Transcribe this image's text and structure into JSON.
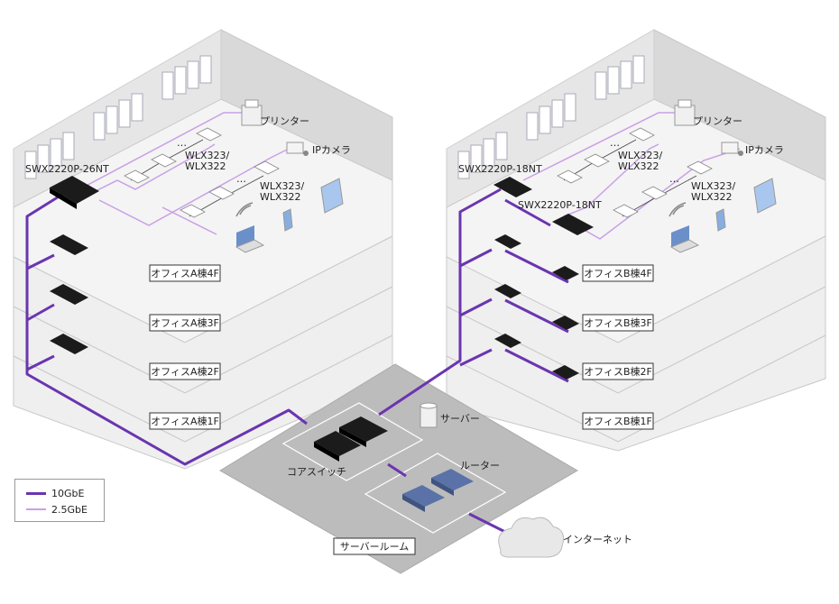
{
  "colors": {
    "tenG": "#6a35b0",
    "twoFiveG": "#c9a0e6",
    "wall": "#e4e4e4",
    "wallSide": "#d2d2d2",
    "floor": "#f3f3f3",
    "server_room": "#bdbdbd",
    "switch": "#1b1b1b",
    "router": "#5a72a8"
  },
  "building_a": {
    "core_switch_label": "SWX2220P-26NT",
    "floors": [
      "オフィスA棟4F",
      "オフィスA棟3F",
      "オフィスA棟2F",
      "オフィスA棟1F"
    ],
    "ap_label_1": "WLX323/\nWLX322",
    "ap_label_2": "WLX323/\nWLX322",
    "printer": "プリンター",
    "camera": "IPカメラ"
  },
  "building_b": {
    "core_switch_label": "SWX2220P-18NT",
    "floor_switch_label": "SWX2220P-18NT",
    "floors": [
      "オフィスB棟4F",
      "オフィスB棟3F",
      "オフィスB棟2F",
      "オフィスB棟1F"
    ],
    "ap_label_1": "WLX323/\nWLX322",
    "ap_label_2": "WLX323/\nWLX322",
    "printer": "プリンター",
    "camera": "IPカメラ"
  },
  "server_room": {
    "label": "サーバールーム",
    "core_switch": "コアスイッチ",
    "server": "サーバー",
    "router": "ルーター",
    "internet": "インターネット"
  },
  "legend": {
    "tenG": "10GbE",
    "twoFiveG": "2.5GbE"
  }
}
